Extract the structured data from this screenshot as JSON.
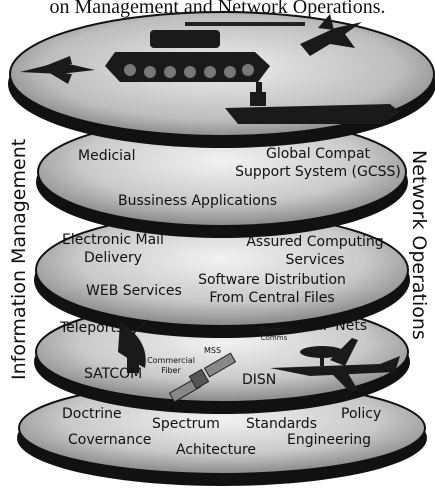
{
  "caption": "on Management and Network Operations.",
  "side_labels": {
    "left": "Information Management",
    "right": "Network Operations"
  },
  "layers": {
    "applications": {
      "medical": "Medicial",
      "gcss_line1": "Global Compat",
      "gcss_line2": "Support System (GCSS)",
      "business": "Bussiness Applications"
    },
    "services": {
      "email_line1": "Electronic Mail",
      "email_line2": "Delivery",
      "assured_line1": "Assured Computing",
      "assured_line2": "Services",
      "software_line1": "Software Distribution",
      "software_line2": "From Central Files",
      "web": "WEB Services"
    },
    "transport": {
      "teleports": "Teleports",
      "rf_nets": "RF Nets",
      "wireless_line1": "Wireless",
      "wireless_line2": "Comms",
      "satcom": "SATCOM",
      "commercial_line1": "Commercial",
      "commercial_line2": "Fiber",
      "mss": "MSS",
      "disn": "DISN"
    },
    "foundation": {
      "doctrine": "Doctrine",
      "spectrum": "Spectrum",
      "standards": "Standards",
      "policy": "Policy",
      "governance": "Covernance",
      "architecture": "Achitecture",
      "engineering": "Engineering"
    }
  },
  "icons": [
    "tank-icon",
    "fighter-jet-icon",
    "aircraft-carrier-icon",
    "satellite-dish-icon",
    "satellite-icon",
    "awacs-aircraft-icon"
  ],
  "colors": {
    "disk_light": "#e8e8e8",
    "disk_dark": "#4a4a4a",
    "rim": "#111111"
  }
}
